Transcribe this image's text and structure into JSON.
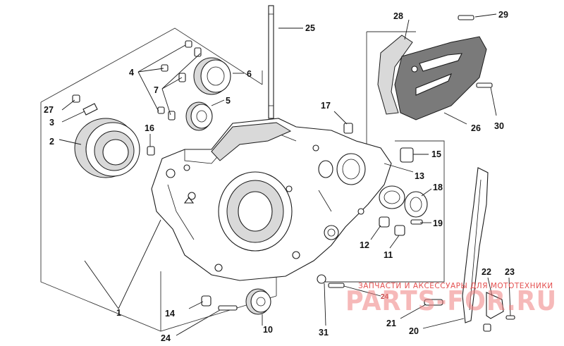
{
  "callouts": {
    "c1": "1",
    "c2": "2",
    "c3": "3",
    "c4": "4",
    "c5": "5",
    "c6": "6",
    "c7": "7",
    "c10": "10",
    "c11": "11",
    "c12": "12",
    "c13": "13",
    "c14": "14",
    "c15": "15",
    "c16": "16",
    "c17": "17",
    "c18": "18",
    "c19": "19",
    "c20": "20",
    "c21": "21",
    "c22": "22",
    "c23": "23",
    "c24a": "24",
    "c24b": "24",
    "c25": "25",
    "c26": "26",
    "c27": "27",
    "c28": "28",
    "c29": "29",
    "c30": "30",
    "c31": "31"
  },
  "watermark": {
    "text": "ЗАПЧАСТИ И АКСЕССУАРЫ ДЛЯ МОТОТЕХНИКИ",
    "logo": "PARTS-FOR.RU"
  },
  "colors": {
    "line": "#1a1a1a",
    "watermark": "#e45050",
    "shade": "#d9d9d9"
  }
}
